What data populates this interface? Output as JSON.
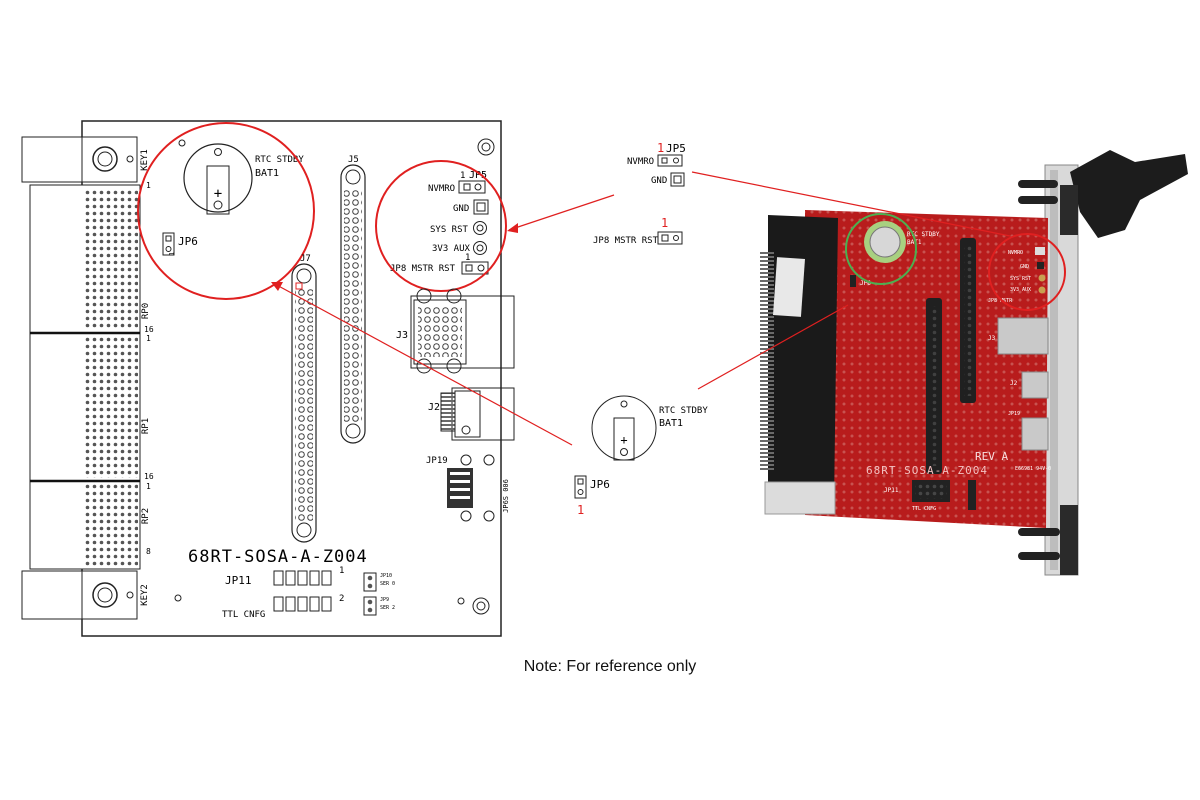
{
  "layout_drawing": {
    "key1": "KEY1",
    "key2": "KEY2",
    "rtc_label": "RTC STDBY",
    "bat1": "BAT1",
    "plus": "+",
    "jp6": "JP6",
    "jp6_pin": "1",
    "j5": "J5",
    "j7": "J7",
    "j3": "J3",
    "j2": "J2",
    "jp19": "JP19",
    "jp5": "JP5",
    "jp5_pin": "1",
    "nvmro": "NVMRO",
    "gnd": "GND",
    "sys_rst": "SYS RST",
    "v3v3_aux": "3V3 AUX",
    "jp8_mstr_rst": "JP8 MSTR RST",
    "jp8_pin": "1",
    "rp0": "RP0",
    "rp1": "RP1",
    "rp2": "RP2",
    "pin_1": "1",
    "pin_16": "16",
    "pin_8": "8",
    "board_name": "68RT-SOSA-A-Z004",
    "jp11": "JP11",
    "ttl_cnfg": "TTL CNFG",
    "jp11_pin1": "1",
    "jp11_pin2": "2",
    "jp10": "JP10",
    "ser0": "SER 0",
    "jp9": "JP9",
    "ser2": "SER 2",
    "vertical_label": "JP6S 006"
  },
  "zoom_callouts": {
    "jp5": "JP5",
    "jp5_pin": "1",
    "nvmro": "NVMRO",
    "gnd": "GND",
    "jp8_pin": "1",
    "jp8_mstr_rst": "JP8 MSTR RST",
    "rtc_label": "RTC STDBY",
    "bat1": "BAT1",
    "plus": "+",
    "jp6": "JP6",
    "jp6_pin": "1"
  },
  "photo": {
    "rtc_label": "RTC STDBY",
    "bat1": "BAT1",
    "jp6": "JP6",
    "nvmro": "NVMRO",
    "gnd": "GND",
    "sys_rst": "SYS RST",
    "v3v3_aux": "3V3 AUX",
    "jp8": "JP8 MSTR",
    "j3": "J3",
    "j2": "J2",
    "jp19": "JP19",
    "board_name": "68RT-SOSA-A-Z004",
    "rev": "REV A",
    "jp11": "JP11",
    "ttl": "TTL CNFG",
    "ul": "E66981 94V-0"
  },
  "note": "Note: For reference only",
  "colors": {
    "callout_red": "#e02020",
    "pcb_red": "#b81c1c",
    "line": "#222222"
  }
}
